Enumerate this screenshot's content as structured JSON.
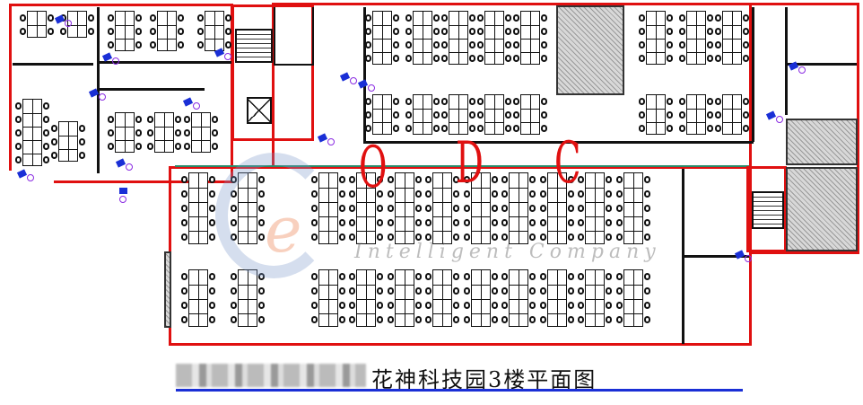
{
  "title": "花神科技园3楼平面图",
  "zone_letters": [
    "O",
    "D",
    "C"
  ],
  "watermark": {
    "text": "Intelligent Company"
  },
  "colors": {
    "outline": "#e01010",
    "wall": "#111111",
    "title_underline": "#1a2fd6",
    "marker_blue": "#1a2fd6",
    "marker_purple": "#8a2be2"
  }
}
